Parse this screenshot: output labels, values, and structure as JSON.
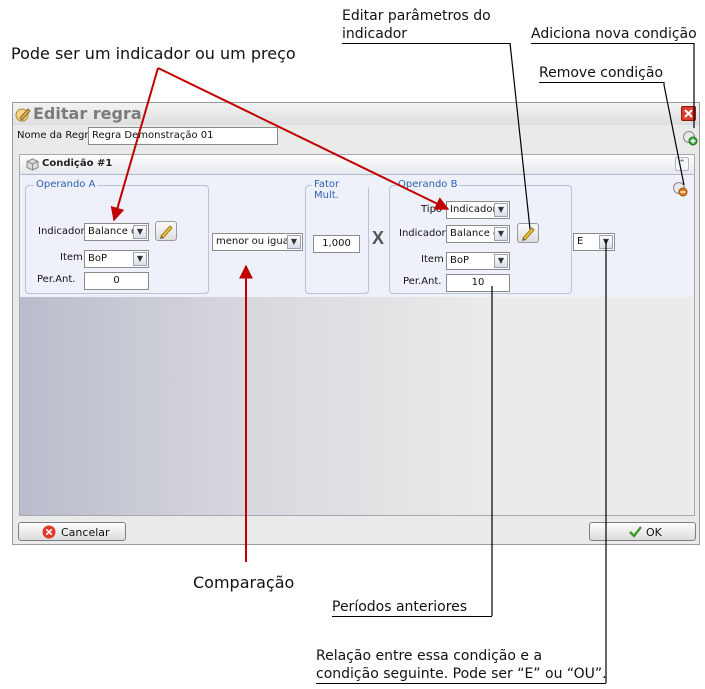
{
  "annotations": {
    "indicator_or_price": "Pode ser um indicador ou um preço",
    "edit_params_line1": "Editar parâmetros do",
    "edit_params_line2": "indicador",
    "add_condition": "Adiciona nova condição",
    "remove_condition": "Remove condição",
    "comparison": "Comparação",
    "previous_periods": "Períodos anteriores",
    "relation_line1": "Relação entre essa condição e a",
    "relation_line2": "condição seguinte. Pode ser “E” ou “OU”."
  },
  "window": {
    "title": "Editar regra",
    "rule_name_label": "Nome da Regra",
    "rule_name_value": "Regra Demonstração 01"
  },
  "condition": {
    "header": "Condição #1",
    "operand_a": {
      "legend": "Operando A",
      "indicator_label": "Indicador",
      "indicator_value": "Balance of",
      "item_label": "Item",
      "item_value": "BoP",
      "per_ant_label": "Per.Ant.",
      "per_ant_value": "0"
    },
    "comparison_value": "menor ou igual",
    "factor": {
      "legend": "Fator Mult.",
      "value": "1,000"
    },
    "multiply_symbol": "X",
    "operand_b": {
      "legend": "Operando B",
      "type_label": "Tipo",
      "type_value": "Indicador",
      "indicator_label": "Indicador",
      "indicator_value": "Balance of",
      "item_label": "Item",
      "item_value": "BoP",
      "per_ant_label": "Per.Ant.",
      "per_ant_value": "10"
    },
    "logic_value": "E"
  },
  "footer": {
    "cancel_label": "Cancelar",
    "ok_label": "OK"
  },
  "colors": {
    "arrow_red": "#c00000",
    "legend_blue": "#2d5fb3"
  }
}
